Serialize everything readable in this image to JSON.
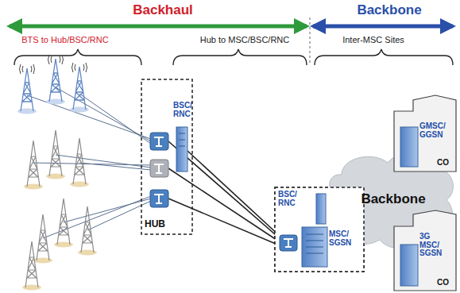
{
  "diagram": {
    "nodes": [
      {
        "text": [
          "HUB"
        ]
      },
      {
        "text": [
          "BSC/ RNC"
        ],
        "in": 0
      },
      {
        "text": [
          "BSC/ RNC"
        ]
      },
      {
        "text": [
          "MSC/ SGSN"
        ]
      },
      {
        "text": [
          "Backbone"
        ]
      },
      {
        "text": [
          "GMSC/ GGSN",
          "CO"
        ]
      },
      {
        "text": [
          "3G MSC/ SGSN",
          "CO"
        ]
      }
    ],
    "labels": [
      "Backhaul",
      "Backbone",
      "BTS to Hub/BSC/RNC",
      "Hub to MSC/BSC/RNC",
      "Inter-MSC Sites"
    ]
  }
}
